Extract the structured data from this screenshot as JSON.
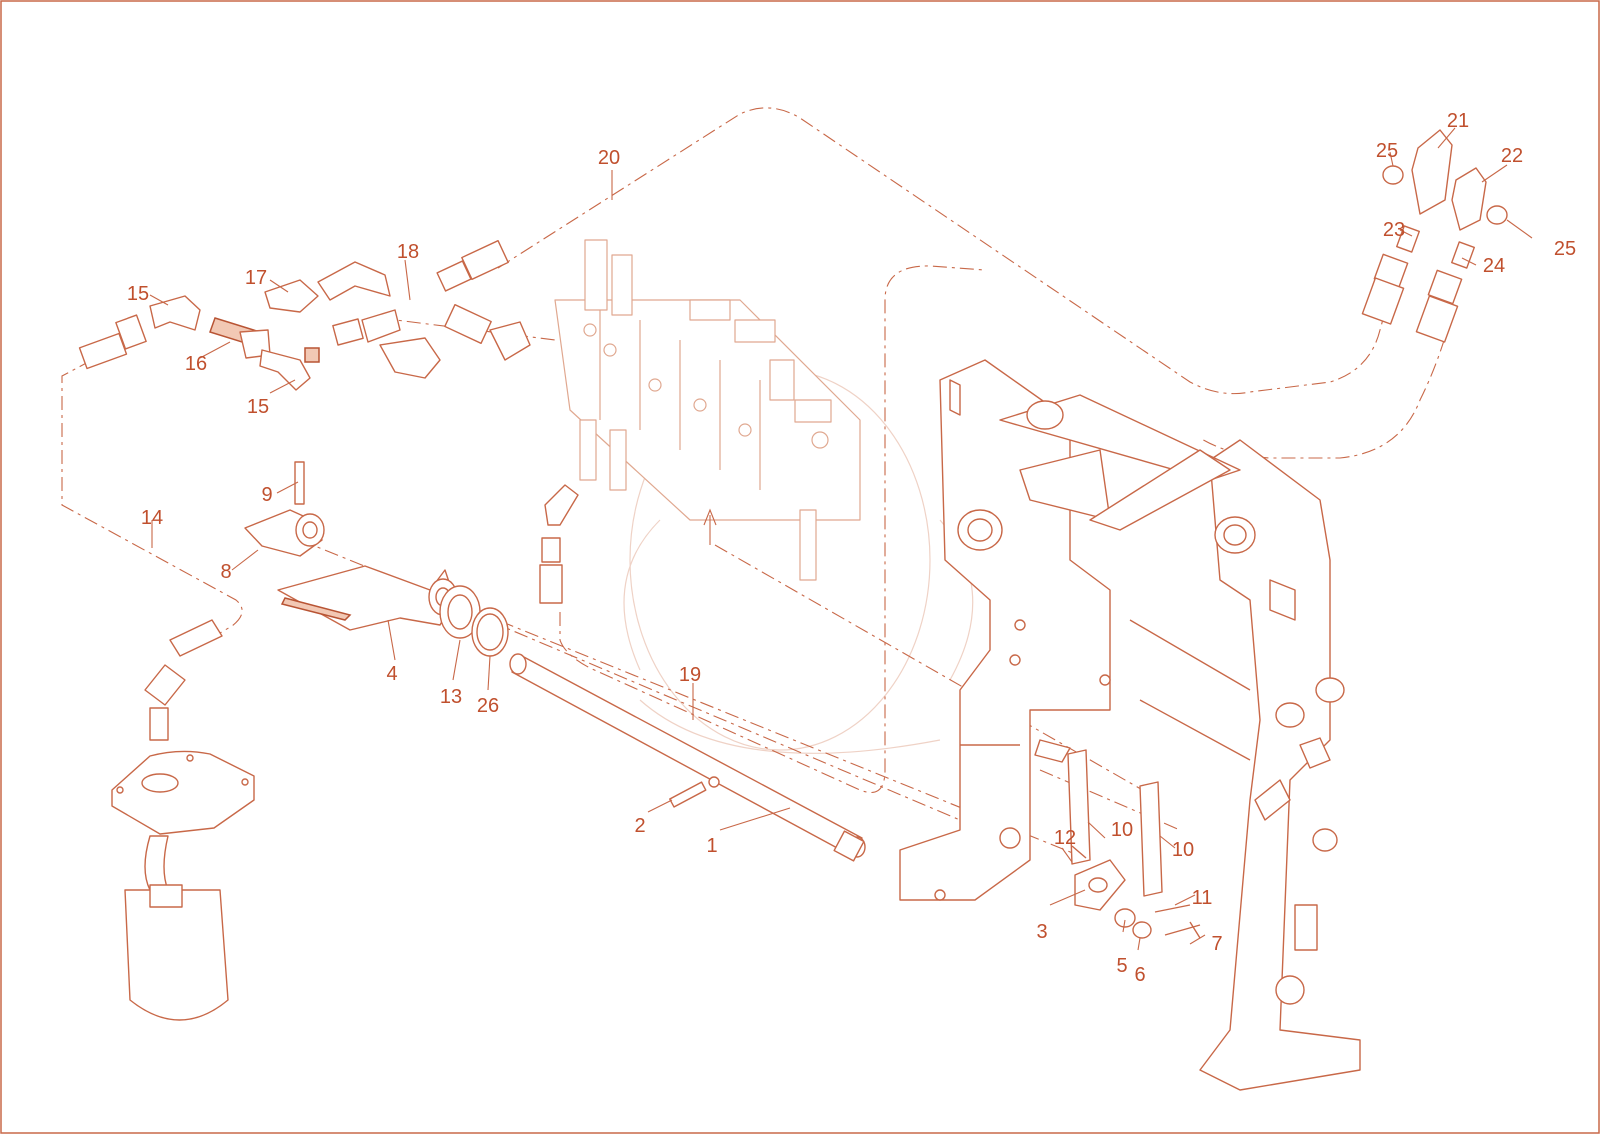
{
  "diagram": {
    "accent_color": "#c86848",
    "callouts": [
      {
        "id": "c1",
        "text": "1"
      },
      {
        "id": "c2",
        "text": "2"
      },
      {
        "id": "c3",
        "text": "3"
      },
      {
        "id": "c4",
        "text": "4"
      },
      {
        "id": "c5",
        "text": "5"
      },
      {
        "id": "c6",
        "text": "6"
      },
      {
        "id": "c7",
        "text": "7"
      },
      {
        "id": "c8",
        "text": "8"
      },
      {
        "id": "c9",
        "text": "9"
      },
      {
        "id": "c10a",
        "text": "10"
      },
      {
        "id": "c10b",
        "text": "10"
      },
      {
        "id": "c11",
        "text": "11"
      },
      {
        "id": "c12",
        "text": "12"
      },
      {
        "id": "c13",
        "text": "13"
      },
      {
        "id": "c14",
        "text": "14"
      },
      {
        "id": "c15a",
        "text": "15"
      },
      {
        "id": "c15b",
        "text": "15"
      },
      {
        "id": "c16",
        "text": "16"
      },
      {
        "id": "c17",
        "text": "17"
      },
      {
        "id": "c18",
        "text": "18"
      },
      {
        "id": "c19",
        "text": "19"
      },
      {
        "id": "c20",
        "text": "20"
      },
      {
        "id": "c21",
        "text": "21"
      },
      {
        "id": "c22",
        "text": "22"
      },
      {
        "id": "c23",
        "text": "23"
      },
      {
        "id": "c24",
        "text": "24"
      },
      {
        "id": "c25a",
        "text": "25"
      },
      {
        "id": "c25b",
        "text": "25"
      },
      {
        "id": "c26",
        "text": "26"
      }
    ]
  }
}
